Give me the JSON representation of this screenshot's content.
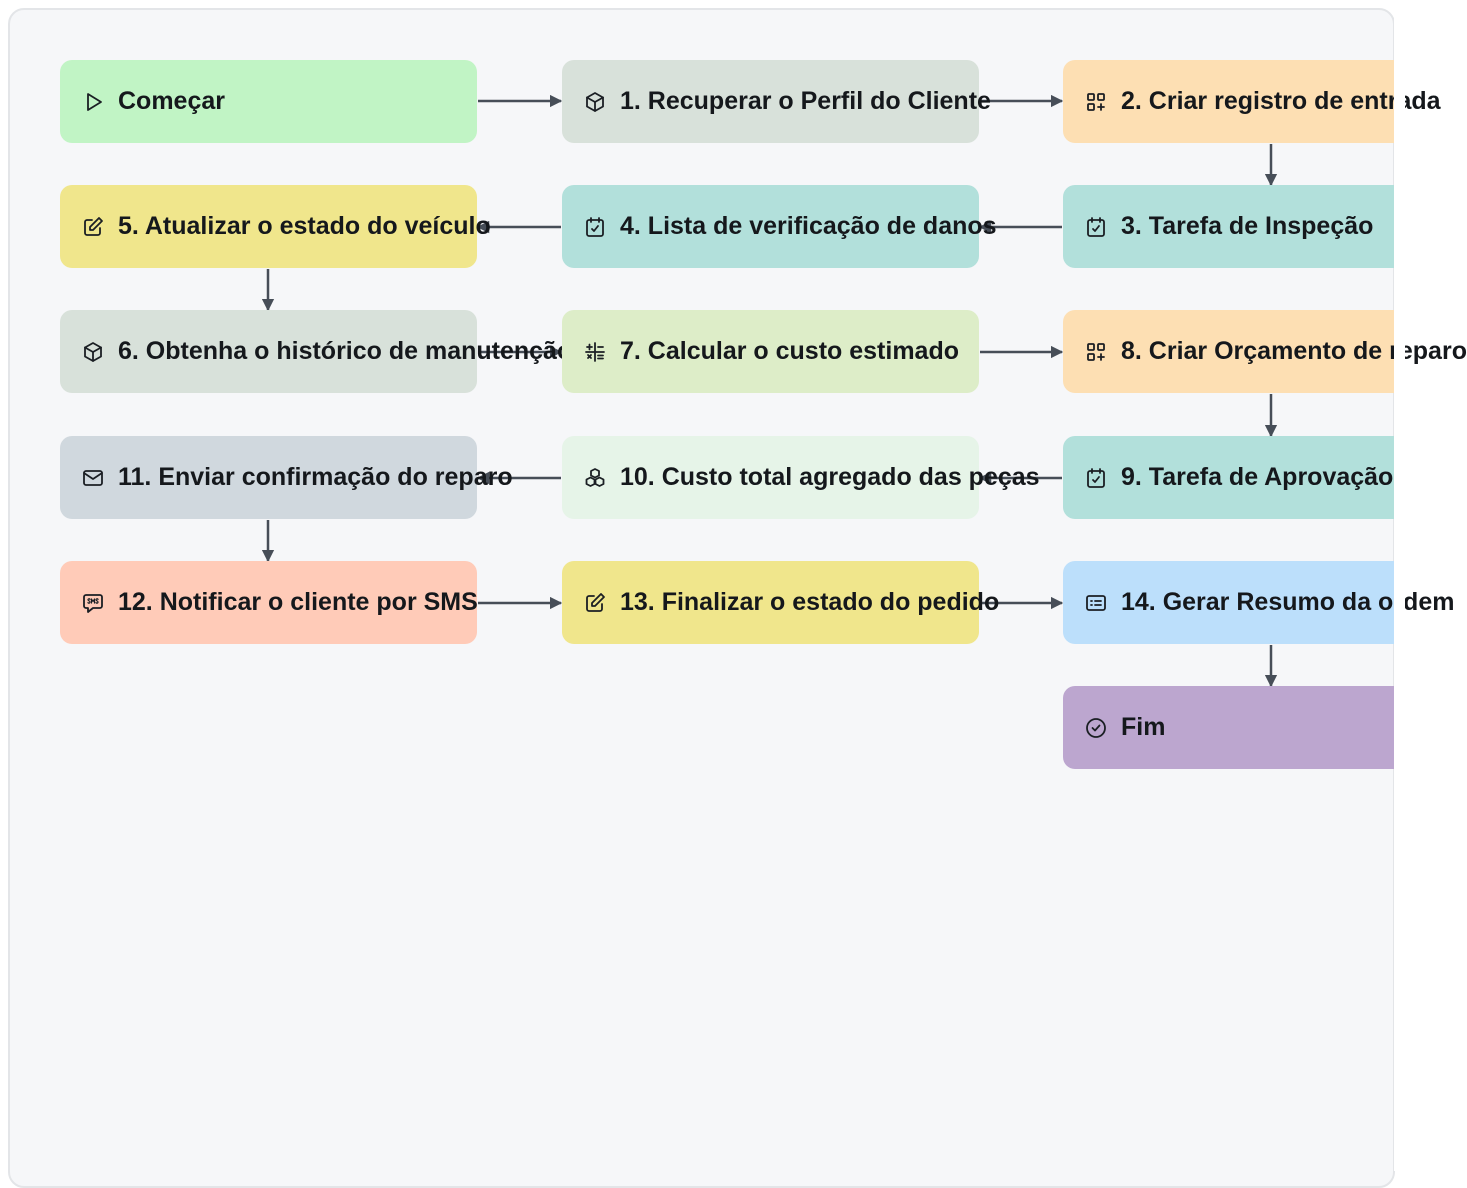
{
  "diagram": {
    "nodes": [
      {
        "id": "start",
        "label": "Começar",
        "icon": "play-icon",
        "color": "#c1f4c5"
      },
      {
        "id": "n1",
        "label": "1. Recuperar o Perfil do Cliente",
        "icon": "cube-icon",
        "color": "#d8e1da"
      },
      {
        "id": "n2",
        "label": "2. Criar registro de entrada",
        "icon": "apps-add-icon",
        "color": "#fddfb3"
      },
      {
        "id": "n3",
        "label": "3. Tarefa de Inspeção",
        "icon": "calendar-check-icon",
        "color": "#b2e0db"
      },
      {
        "id": "n4",
        "label": "4. Lista de verificação de danos",
        "icon": "calendar-check-icon",
        "color": "#b2e0db"
      },
      {
        "id": "n5",
        "label": "5. Atualizar o estado do veículo",
        "icon": "edit-icon",
        "color": "#f0e68c"
      },
      {
        "id": "n6",
        "label": "6. Obtenha o histórico de manutenção",
        "icon": "cube-icon",
        "color": "#d8e1da"
      },
      {
        "id": "n7",
        "label": "7. Calcular o custo estimado",
        "icon": "calculator-icon",
        "color": "#ddedc8"
      },
      {
        "id": "n8",
        "label": "8. Criar Orçamento de reparo",
        "icon": "apps-add-icon",
        "color": "#fddfb3"
      },
      {
        "id": "n9",
        "label": "9. Tarefa de Aprovação",
        "icon": "calendar-check-icon",
        "color": "#b2e0db"
      },
      {
        "id": "n10",
        "label": "10. Custo total agregado das peças",
        "icon": "boxes-icon",
        "color": "#e6f4e8"
      },
      {
        "id": "n11",
        "label": "11. Enviar confirmação do reparo",
        "icon": "mail-icon",
        "color": "#d0d8de"
      },
      {
        "id": "n12",
        "label": "12. Notificar o cliente por SMS",
        "icon": "sms-icon",
        "color": "#ffcbb8"
      },
      {
        "id": "n13",
        "label": "13. Finalizar o estado do pedido",
        "icon": "edit-icon",
        "color": "#f0e68c"
      },
      {
        "id": "n14",
        "label": "14. Gerar Resumo da ordem",
        "icon": "list-details-icon",
        "color": "#bcdffb"
      },
      {
        "id": "end",
        "label": "Fim",
        "icon": "circle-check-icon",
        "color": "#bca6cf"
      }
    ],
    "connector_color": "#474e58"
  }
}
